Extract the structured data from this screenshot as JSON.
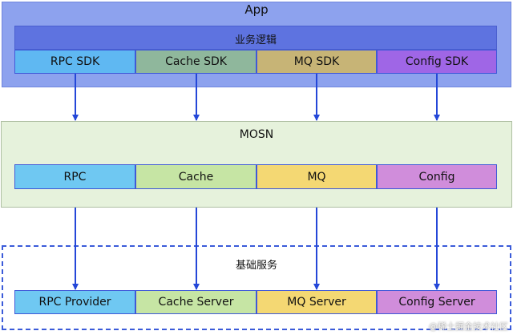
{
  "app": {
    "title": "App",
    "business_logic": "业务逻辑",
    "sdks": [
      "RPC SDK",
      "Cache SDK",
      "MQ SDK",
      "Config SDK"
    ]
  },
  "mosn": {
    "title": "MOSN",
    "modules": [
      "RPC",
      "Cache",
      "MQ",
      "Config"
    ]
  },
  "infra": {
    "title": "基础服务",
    "services": [
      "RPC Provider",
      "Cache Server",
      "MQ Server",
      "Config Server"
    ]
  },
  "watermark": "@稀土掘金技术社区",
  "colors": {
    "rpc": "#6fc8f2",
    "cache": "#c6e5a4",
    "mq": "#f4d873",
    "config": "#d08ddb",
    "sdk_rpc": "#5fb8f2",
    "sdk_cache": "#8fb79c",
    "sdk_mq": "#c7b476",
    "sdk_config": "#9f66e6",
    "arrow": "#2447d8"
  }
}
